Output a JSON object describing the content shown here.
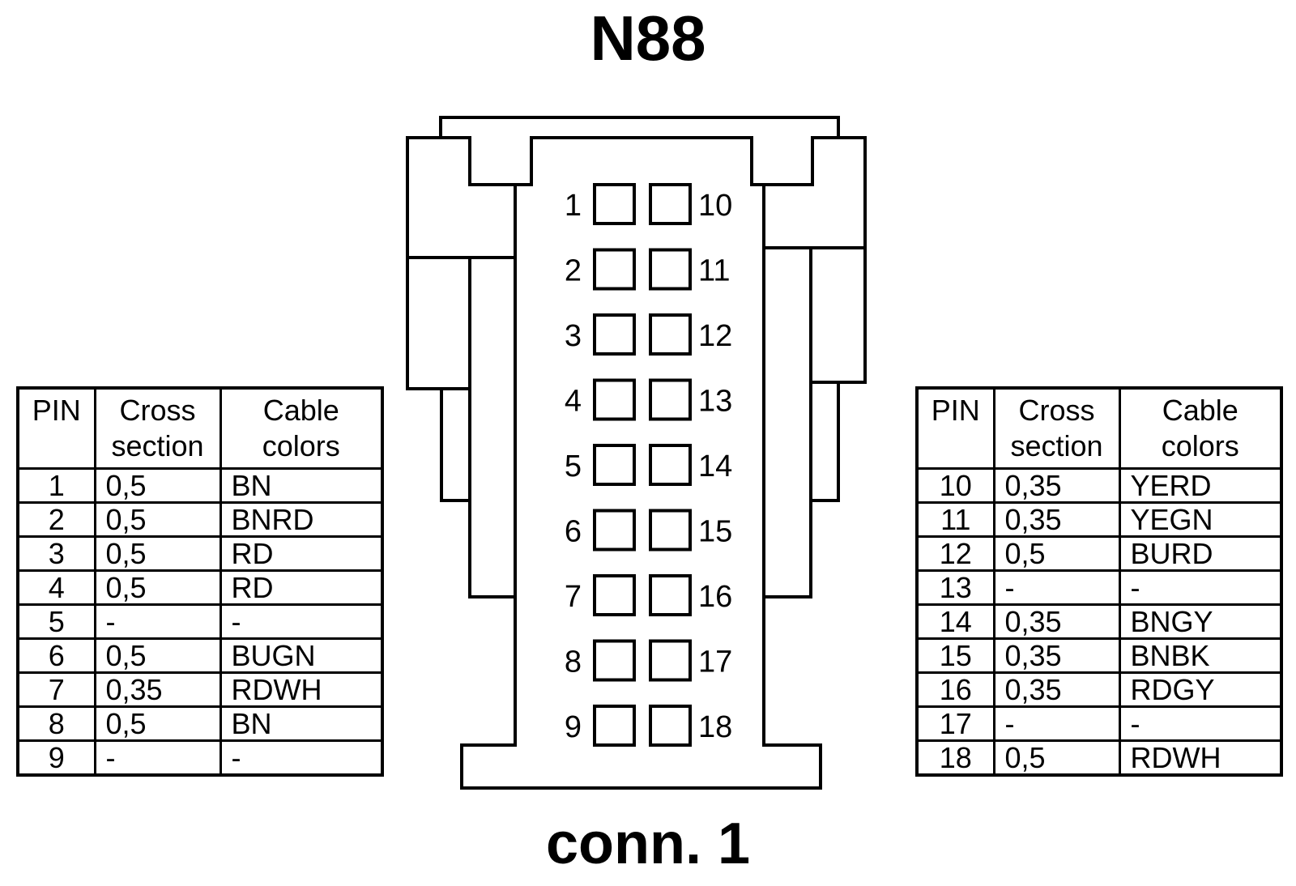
{
  "title": "N88",
  "subtitle": "conn. 1",
  "left_table": {
    "headers": {
      "pin": "PIN",
      "cross_1": "Cross",
      "cross_2": "section",
      "colors_1": "Cable",
      "colors_2": "colors"
    },
    "rows": [
      {
        "pin": "1",
        "cross": "0,5",
        "color": "BN"
      },
      {
        "pin": "2",
        "cross": "0,5",
        "color": "BNRD"
      },
      {
        "pin": "3",
        "cross": "0,5",
        "color": "RD"
      },
      {
        "pin": "4",
        "cross": "0,5",
        "color": "RD"
      },
      {
        "pin": "5",
        "cross": "-",
        "color": "-"
      },
      {
        "pin": "6",
        "cross": "0,5",
        "color": "BUGN"
      },
      {
        "pin": "7",
        "cross": "0,35",
        "color": "RDWH"
      },
      {
        "pin": "8",
        "cross": "0,5",
        "color": "BN"
      },
      {
        "pin": "9",
        "cross": "-",
        "color": "-"
      }
    ]
  },
  "right_table": {
    "headers": {
      "pin": "PIN",
      "cross_1": "Cross",
      "cross_2": "section",
      "colors_1": "Cable",
      "colors_2": "colors"
    },
    "rows": [
      {
        "pin": "10",
        "cross": "0,35",
        "color": "YERD"
      },
      {
        "pin": "11",
        "cross": "0,35",
        "color": "YEGN"
      },
      {
        "pin": "12",
        "cross": "0,5",
        "color": "BURD"
      },
      {
        "pin": "13",
        "cross": "-",
        "color": "-"
      },
      {
        "pin": "14",
        "cross": "0,35",
        "color": "BNGY"
      },
      {
        "pin": "15",
        "cross": "0,35",
        "color": "BNBK"
      },
      {
        "pin": "16",
        "cross": "0,35",
        "color": "RDGY"
      },
      {
        "pin": "17",
        "cross": "-",
        "color": "-"
      },
      {
        "pin": "18",
        "cross": "0,5",
        "color": "RDWH"
      }
    ]
  },
  "connector": {
    "left_pins": [
      "1",
      "2",
      "3",
      "4",
      "5",
      "6",
      "7",
      "8",
      "9"
    ],
    "right_pins": [
      "10",
      "11",
      "12",
      "13",
      "14",
      "15",
      "16",
      "17",
      "18"
    ]
  }
}
